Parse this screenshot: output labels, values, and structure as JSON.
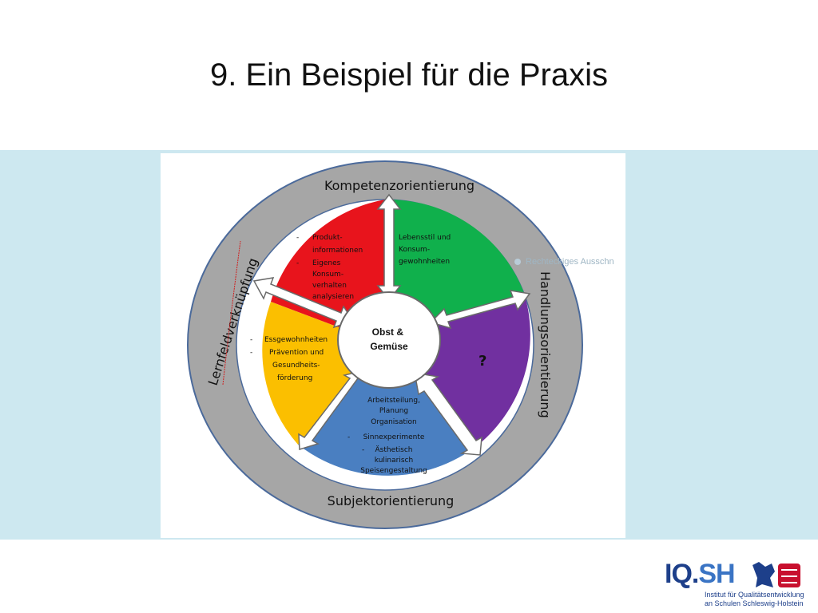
{
  "slide": {
    "title": "9. Ein Beispiel für die Praxis"
  },
  "diagram": {
    "center": [
      "Obst &",
      "Gemüse"
    ],
    "ring_labels": {
      "top": "Kompetenzorientierung",
      "right": "Handlungsorientierung",
      "bottom": "Subjektorientierung",
      "left": "Lernfeldverknüpfung"
    },
    "segments": [
      {
        "id": "red",
        "color": "#e8141c",
        "lines": [
          "Produkt-",
          "informationen",
          "Eigenes",
          "Konsum-",
          "verhalten",
          "analysieren"
        ]
      },
      {
        "id": "green",
        "color": "#10b04c",
        "lines": [
          "Lebensstil und",
          "Konsum-",
          "gewohnheiten"
        ]
      },
      {
        "id": "purple",
        "color": "#7130a0",
        "lines": [
          "?"
        ]
      },
      {
        "id": "blue",
        "color": "#4a7fc1",
        "lines": [
          "Arbeitsteilung,",
          "Planung",
          "Organisation",
          "Sinnexperimente",
          "Ästhetisch",
          "kulinarisch",
          "Speisengestaltung"
        ]
      },
      {
        "id": "yellow",
        "color": "#fbbf00",
        "lines": [
          "Essgewohnheiten",
          "Prävention und",
          "Gesundheits-",
          "förderung"
        ]
      }
    ],
    "bullet": "-",
    "ghost_text": "Rechteckiges Ausschn"
  },
  "logo": {
    "word_iq": "IQ.",
    "word_sh": "SH",
    "subtitle": [
      "Institut für Qualitätsentwicklung",
      "an Schulen Schleswig-Holstein"
    ]
  },
  "colors": {
    "band": "#cde8f0",
    "outer_ring": "#a6a6a6",
    "ring_border": "#4b6a9b"
  }
}
